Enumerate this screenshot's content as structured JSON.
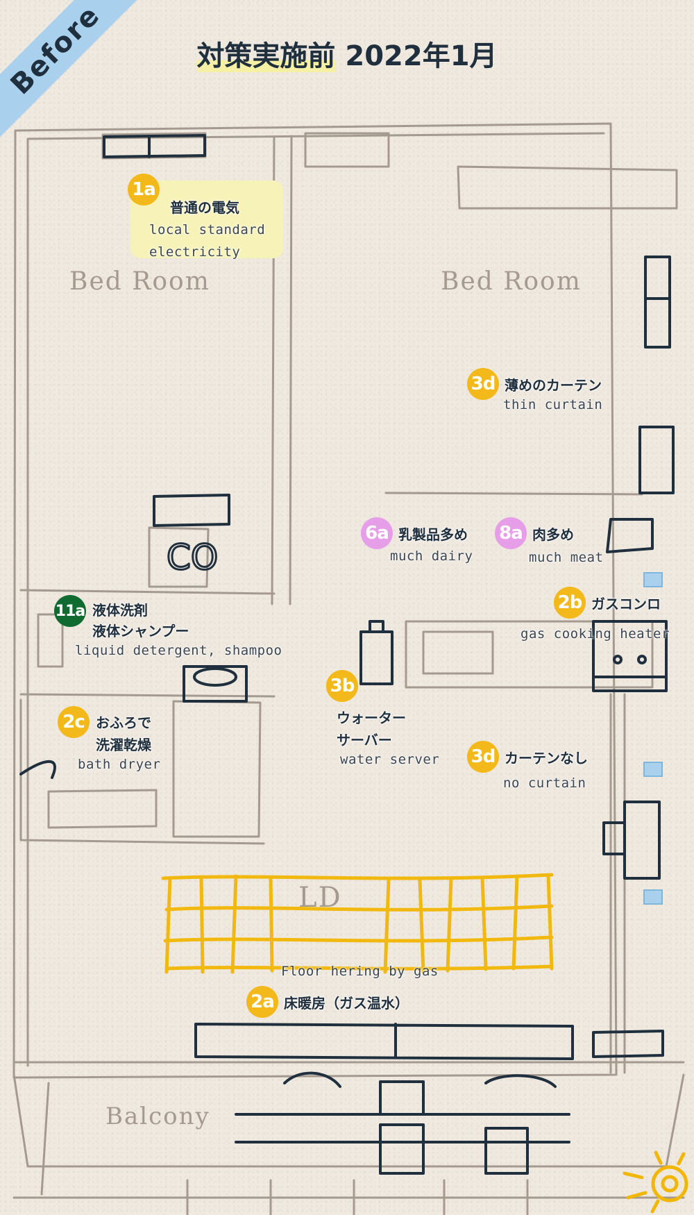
{
  "ribbon": "Before",
  "title": {
    "main": "対策実施前",
    "date": "2022年1月"
  },
  "rooms": {
    "bedroom_left": "Bed  Room",
    "bedroom_right": "Bed  Room",
    "living": "LD",
    "balcony": "Balcony"
  },
  "labels": [
    {
      "id": "1a",
      "color": "yellow",
      "jp": "普通の電気",
      "en": "local standard\nelectricity"
    },
    {
      "id": "3d",
      "color": "yellow",
      "jp": "薄めのカーテン",
      "en": "thin curtain"
    },
    {
      "id": "6a",
      "color": "pink",
      "jp": "乳製品多め",
      "en": "much dairy"
    },
    {
      "id": "8a",
      "color": "pink",
      "jp": "肉多め",
      "en": "much meat"
    },
    {
      "id": "2b",
      "color": "yellow",
      "jp": "ガスコンロ",
      "en": "gas cooking  heater"
    },
    {
      "id": "11a",
      "color": "green",
      "jp": "液体洗剤\n液体シャンプー",
      "en": "liquid detergent, shampoo"
    },
    {
      "id": "3b",
      "color": "yellow",
      "jp": "ウォーター\nサーバー",
      "en": "water server"
    },
    {
      "id": "2c",
      "color": "yellow",
      "jp": "おふろで\n洗濯乾燥",
      "en": "bath dryer"
    },
    {
      "id": "3d",
      "color": "yellow",
      "jp": "カーテンなし",
      "en": "no curtain"
    },
    {
      "id": "2a",
      "color": "yellow",
      "jp": "床暖房（ガス温水）",
      "en": "Floor hering by gas"
    }
  ],
  "colors": {
    "badge_yellow": "#f3b91a",
    "badge_pink": "#e79ee9",
    "badge_green": "#0f6b2f",
    "ribbon": "#a9d1ee",
    "floor_heating": "#f2b705",
    "ink": "#1f2f3d",
    "wall": "#a59a8f"
  }
}
